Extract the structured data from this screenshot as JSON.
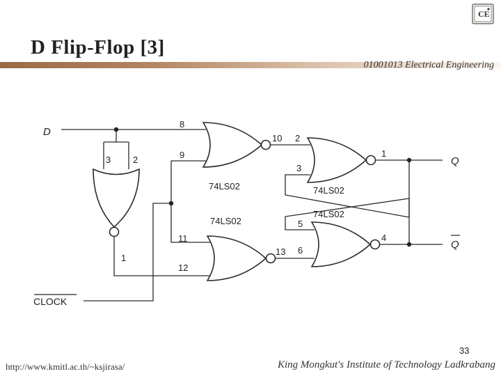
{
  "slide": {
    "title": "D Flip-Flop [3]",
    "course": "01001013 Electrical Engineering",
    "footer_url": "http://www.kmitl.ac.th/~ksjirasa/",
    "footer_institute": "King Mongkut's Institute of Technology Ladkrabang",
    "page_number": "33",
    "logo_text": "CE"
  },
  "circuit": {
    "inputs": {
      "d": "D",
      "clock": "CLOCK"
    },
    "outputs": {
      "q": "Q",
      "q_bar": "Q"
    },
    "chip_labels": [
      "74LS02",
      "74LS02",
      "74LS02",
      "74LS02"
    ],
    "pins": [
      "8",
      "9",
      "10",
      "2",
      "3",
      "1",
      "3",
      "2",
      "1",
      "11",
      "12",
      "13",
      "6",
      "5",
      "4"
    ]
  }
}
